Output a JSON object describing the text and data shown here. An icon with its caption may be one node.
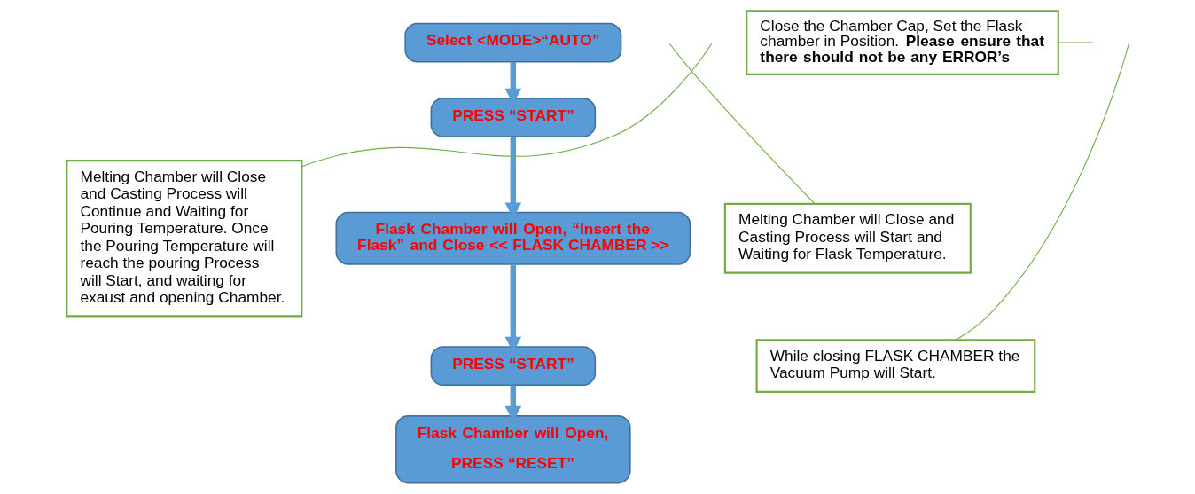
{
  "diagram": {
    "nodes": [
      {
        "text": [
          "Select <MODE>“AUTO”"
        ]
      },
      {
        "text": [
          "Close the Chamber Cap, Set the Flask chamber in Position. **Please ensure that there should not be any ERROR’s**"
        ]
      },
      {
        "text": [
          "PRESS “START”"
        ]
      },
      {
        "text": [
          "Melting Chamber will Close and Casting Process will Start and Waiting for Flask Temperature."
        ]
      },
      {
        "text": [
          "Melting Chamber will Close and Casting Process will Continue and Waiting for Pouring Temperature. Once the Pouring Temperature will reach the pouring Process will Start, and waiting for exaust and opening Chamber."
        ]
      },
      {
        "text": [
          "Flask Chamber will Open, “Insert the Flask” and Close << FLASK CHAMBER >>"
        ]
      },
      {
        "text": [
          "PRESS “START”"
        ]
      },
      {
        "text": [
          "While closing FLASK CHAMBER the Vacuum Pump will Start."
        ]
      },
      {
        "text": [
          "Flask Chamber will Open,",
          "PRESS “RESET”"
        ]
      }
    ],
    "edges": [
      {
        "from": 0,
        "to": 2,
        "arrow": "to",
        "style": "thick",
        "color": "#5b9bd5"
      },
      {
        "from": 1,
        "to": null,
        "arrow": "none",
        "color": "#70ad47"
      },
      {
        "from": 2,
        "to": 5,
        "arrow": "to",
        "style": "thick",
        "color": "#5b9bd5"
      },
      {
        "from": 3,
        "to": null,
        "arrow": "none",
        "color": "#70ad47"
      },
      {
        "from": 5,
        "to": 6,
        "arrow": "to",
        "style": "thick",
        "color": "#5b9bd5"
      },
      {
        "from": 7,
        "to": null,
        "arrow": "none",
        "color": "#70ad47"
      },
      {
        "from": 6,
        "to": 8,
        "arrow": "to",
        "style": "thick",
        "color": "#5b9bd5"
      },
      {
        "from": 4,
        "to": null,
        "arrow": "none",
        "color": "#70ad47"
      }
    ]
  }
}
